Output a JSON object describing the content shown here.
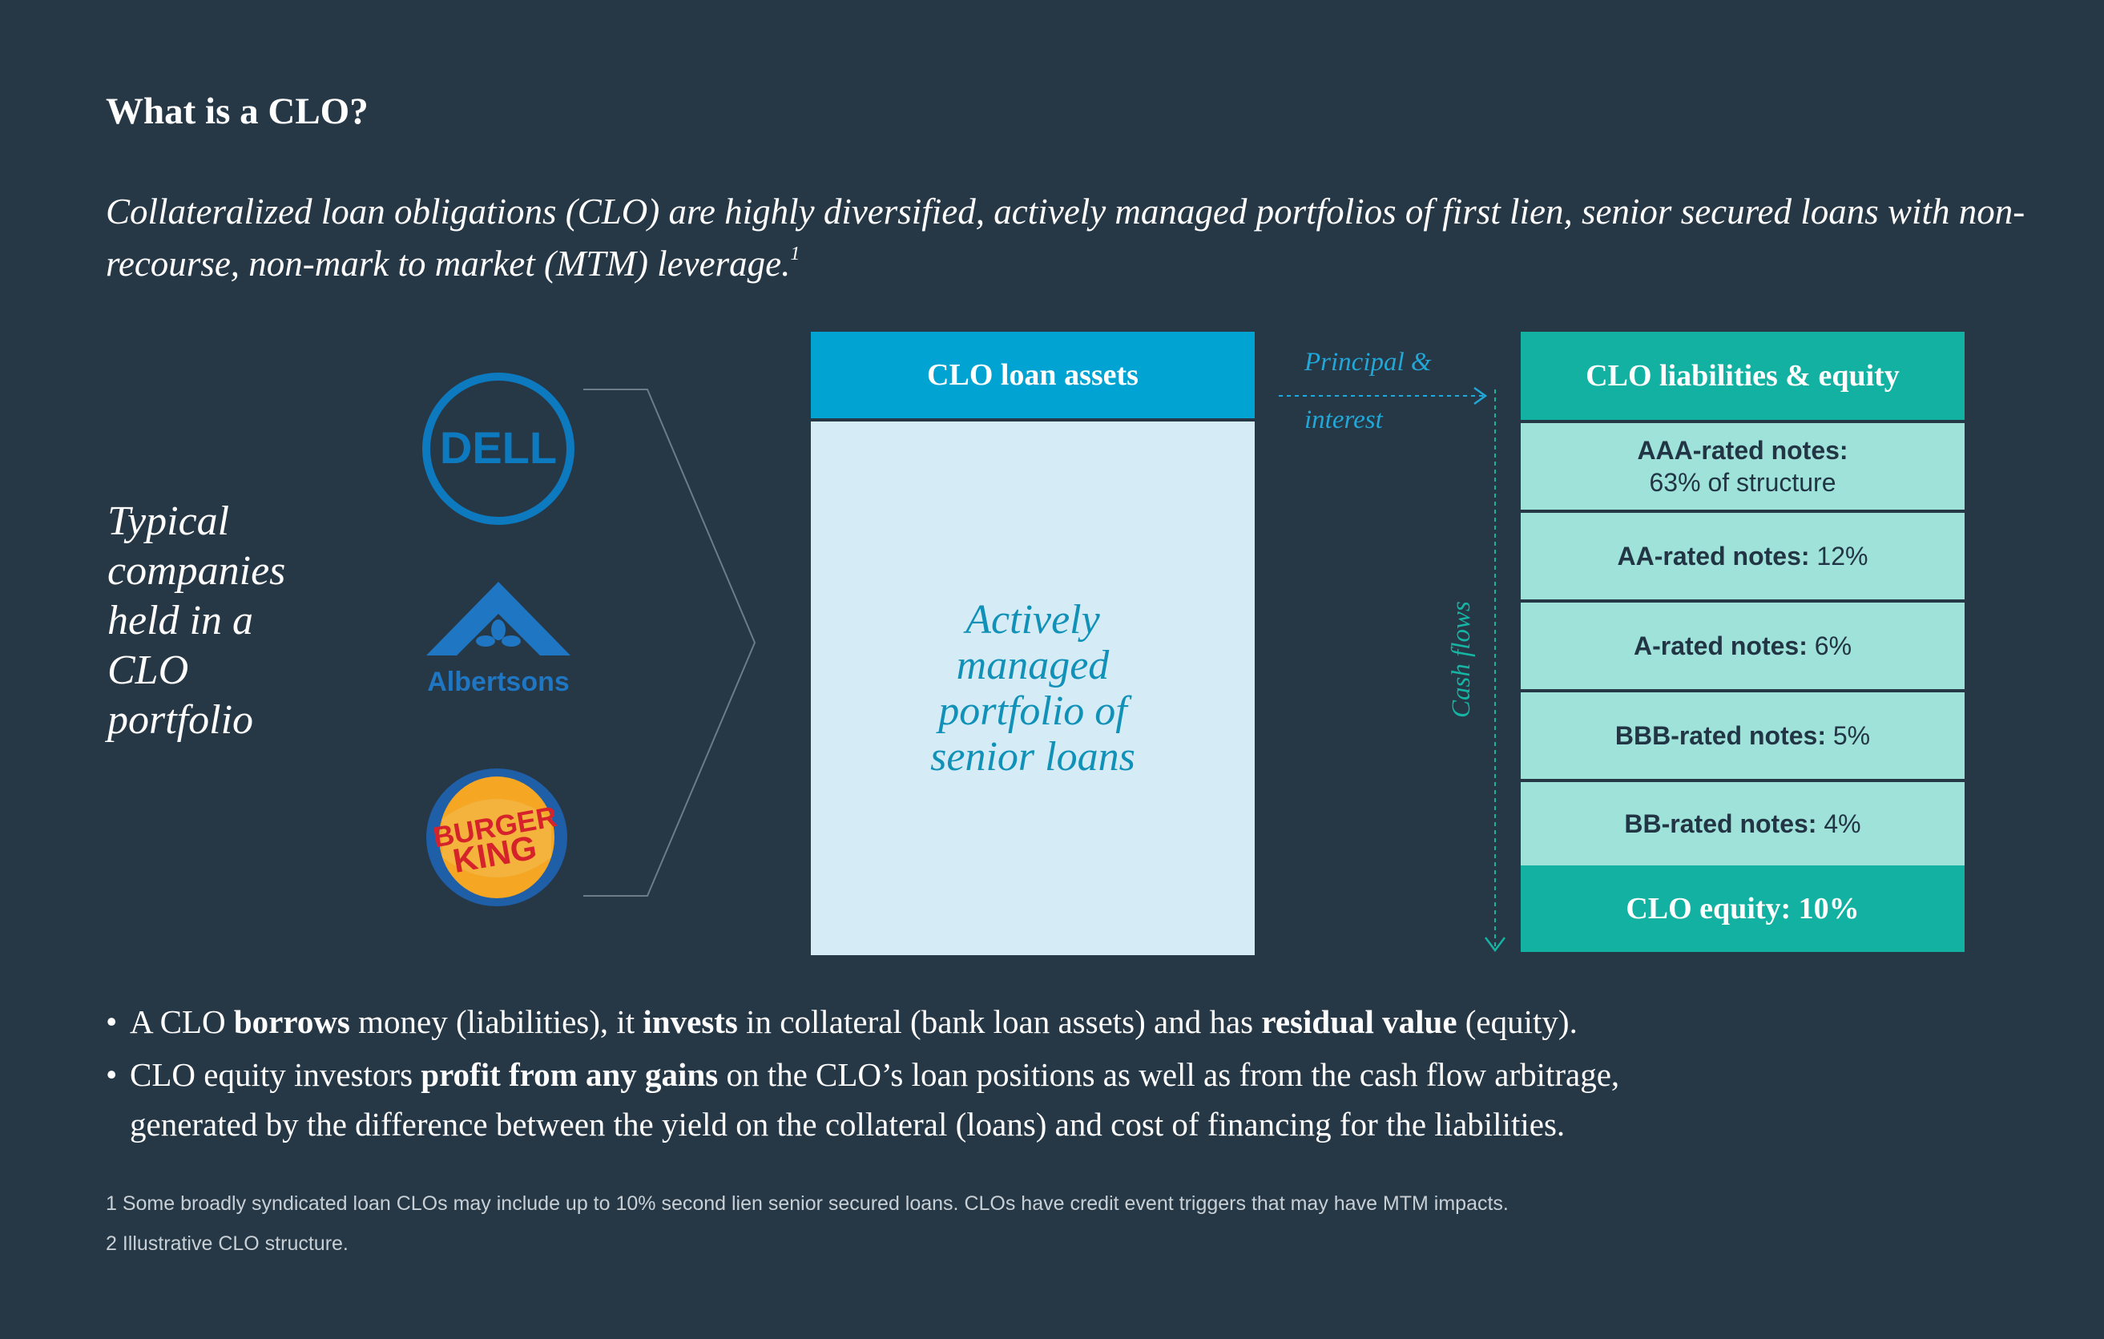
{
  "title": "What is a CLO?",
  "subtitle": {
    "text": "Collateralized loan obligations (CLO) are highly diversified, actively managed portfolios of first lien, senior secured loans with non-recourse, non-mark to market (MTM) leverage.",
    "footnote_ref": "1"
  },
  "typical_companies": "Typical companies held in a CLO portfolio",
  "logos": [
    {
      "name": "dell-logo",
      "text": "DELL",
      "color": "#0d79bf"
    },
    {
      "name": "albertsons-logo",
      "text": "Albertsons",
      "color": "#1f76c2"
    },
    {
      "name": "burger-king-logo",
      "text": "BURGER KING",
      "color": "#d6232b"
    }
  ],
  "assets": {
    "header": "CLO loan assets",
    "body": "Actively managed portfolio of senior loans"
  },
  "flows": {
    "principal_line1": "Principal &",
    "principal_line2": "interest",
    "cash_flows": "Cash flows"
  },
  "liabilities": {
    "header": "CLO liabilities & equity",
    "tranches": [
      {
        "label": "AAA-rated notes:",
        "value": "63% of structure"
      },
      {
        "label": "AA-rated notes:",
        "value": "12%"
      },
      {
        "label": "A-rated notes:",
        "value": "6%"
      },
      {
        "label": "BBB-rated notes:",
        "value": "5%"
      },
      {
        "label": "BB-rated notes:",
        "value": "4%"
      }
    ],
    "equity": "CLO equity: 10%"
  },
  "bullets": {
    "b1": {
      "dot": "•",
      "t1": "A CLO ",
      "s1": "borrows",
      "t2": " money (liabilities), it ",
      "s2": "invests",
      "t3": " in collateral (bank loan assets) and has ",
      "s3": "residual value",
      "t4": " (equity)."
    },
    "b2": {
      "dot": "•",
      "t1": "CLO equity investors ",
      "s1": "profit from any gains",
      "t2": " on the CLO’s loan positions as well as from the cash flow arbitrage,",
      "t3": "generated by the difference between the yield on the collateral (loans) and cost of financing for the liabilities."
    }
  },
  "footnotes": [
    "1 Some broadly syndicated loan CLOs may include up to 10% second lien senior secured loans. CLOs have credit event triggers that may have MTM impacts.",
    "2 Illustrative CLO structure."
  ],
  "colors": {
    "background": "#263746",
    "assets_header": "#00a3d2",
    "assets_body": "#d5ecf6",
    "liab_header": "#12b1a2",
    "tranche": "#9ee2da"
  }
}
